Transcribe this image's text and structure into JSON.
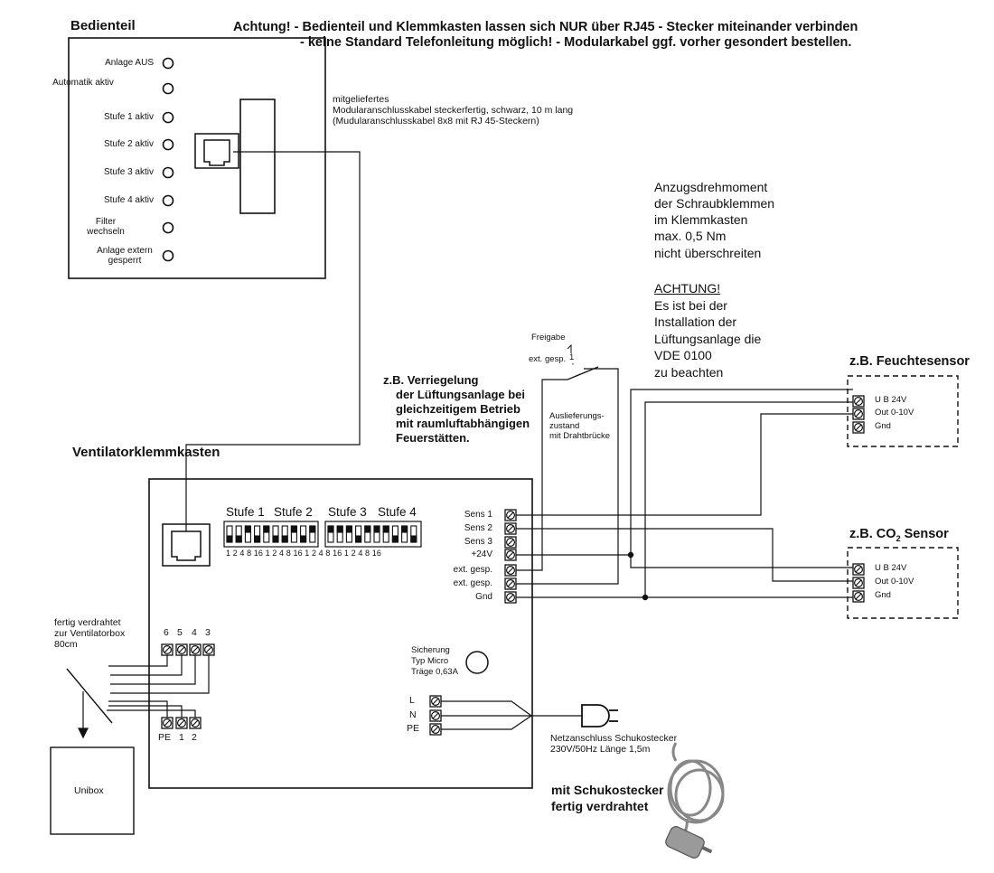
{
  "diagram": {
    "warning": {
      "line1": "Achtung! - Bedienteil und Klemmkasten lassen sich NUR über RJ45 - Stecker miteinander verbinden",
      "line2": "- keine Standard Telefonleitung möglich!  - Modularkabel ggf. vorher gesondert bestellen."
    },
    "control_panel": {
      "title": "Bedienteil",
      "indicators": [
        "Anlage AUS",
        "Automatik aktiv",
        "Stufe 1 aktiv",
        "Stufe 2 aktiv",
        "Stufe 3 aktiv",
        "Stufe 4 aktiv",
        "Filter wechseln",
        "Anlage extern gesperrt"
      ]
    },
    "cable_note": {
      "line1": "mitgeliefertes",
      "line2": "Modularanschlusskabel steckerfertig, schwarz, 10 m lang",
      "line3": "(Mudularanschlusskabel 8x8 mit RJ 45-Steckern)"
    },
    "torque_note": {
      "line1": "Anzugsdrehmoment",
      "line2": "der Schraubklemmen",
      "line3": "im Klemmkasten",
      "line4": "max. 0,5 Nm",
      "line5": "nicht überschreiten"
    },
    "caution_note": {
      "heading": "ACHTUNG!",
      "line1": "Es ist bei der",
      "line2": "Installation der",
      "line3": "Lüftungsanlage die",
      "line4": "VDE 0100",
      "line5": "zu beachten"
    },
    "switch": {
      "freigabe": "Freigabe",
      "ext_gesp": "ext. gesp.",
      "one": "1"
    },
    "interlock_note": {
      "line1": "z.B. Verriegelung",
      "line2": "der Lüftungsanlage bei",
      "line3": "gleichzeitigem Betrieb",
      "line4": "mit raumluftabhängigen",
      "line5": "Feuerstätten."
    },
    "delivery_note": {
      "line1": "Auslieferungs-",
      "line2": "zustand",
      "line3": "mit Drahtbrücke"
    },
    "humidity_sensor": {
      "title": "z.B. Feuchtesensor",
      "terminals": [
        "U B 24V",
        "Out 0-10V",
        "Gnd"
      ]
    },
    "co2_sensor": {
      "title_prefix": "z.B. CO",
      "title_sub": "2",
      "title_suffix": " Sensor",
      "terminals": [
        "U B 24V",
        "Out 0-10V",
        "Gnd"
      ]
    },
    "fan_box": {
      "title": "Ventilatorklemmkasten",
      "dip_groups": [
        "Stufe 1",
        "Stufe 2",
        "Stufe 3",
        "Stufe 4"
      ],
      "dip_numbers": "1  2  4  8  16 1  2  4 8  16   1  2  4 8 16  1  2  4 8 16",
      "terminals": [
        "Sens 1",
        "Sens 2",
        "Sens 3",
        "+24V",
        "ext. gesp.",
        "ext. gesp.",
        "Gnd"
      ],
      "fuse": {
        "line1": "Sicherung",
        "line2": "Typ Micro",
        "line3": "Träge 0,63A"
      },
      "power_terminals": [
        "L",
        "N",
        "PE"
      ],
      "motor_terminal_numbers": [
        "6",
        "5",
        "4",
        "3"
      ],
      "bottom_terminal_numbers": [
        "PE",
        "1",
        "2"
      ]
    },
    "prewired_note": {
      "line1": "fertig verdrahtet",
      "line2": "zur Ventilatorbox",
      "line3": "80cm"
    },
    "unibox": "Unibox",
    "mains_note": {
      "line1": "Netzanschluss Schukostecker",
      "line2": "230V/50Hz Länge 1,5m"
    },
    "schuko_note": {
      "line1": "mit Schukostecker",
      "line2": "fertig verdrahtet"
    }
  }
}
